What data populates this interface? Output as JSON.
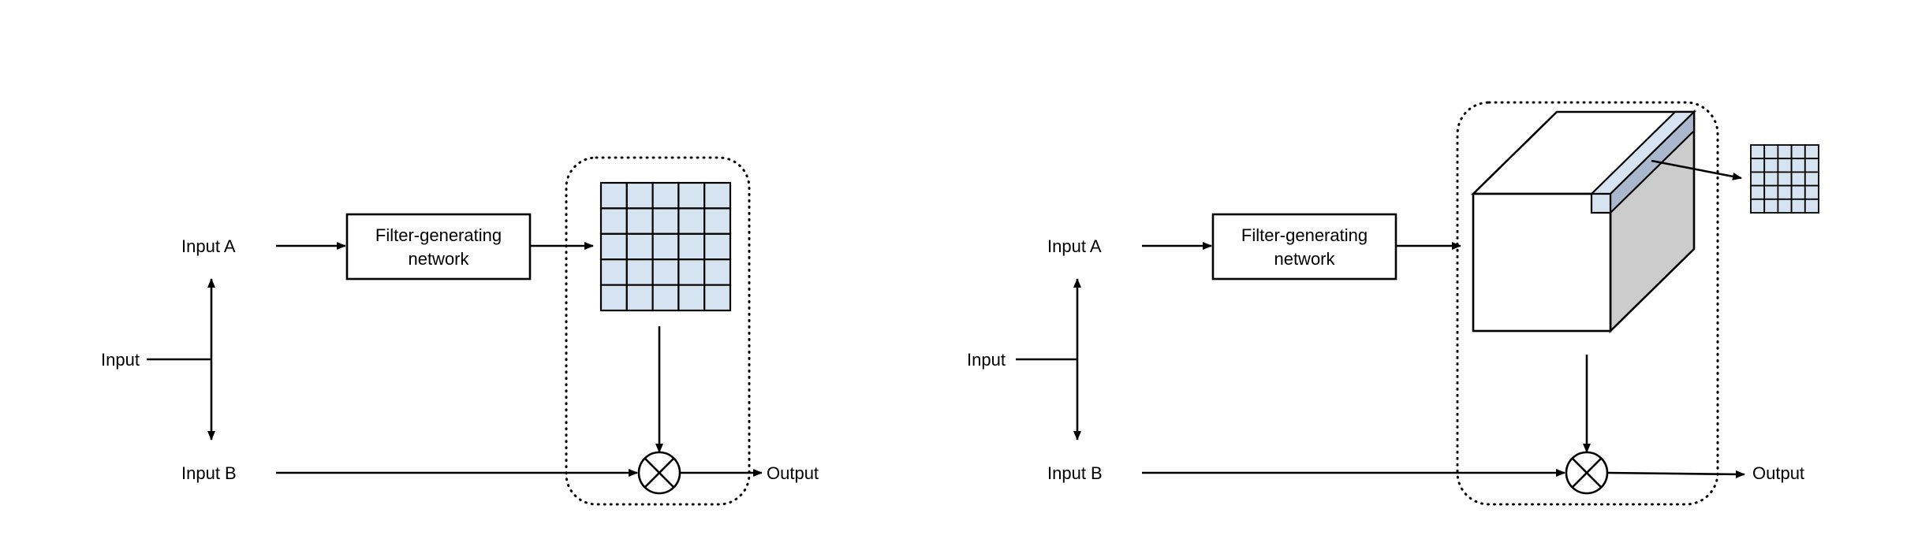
{
  "left_panel": {
    "input_label": "Input",
    "input_a_label": "Input A",
    "input_b_label": "Input B",
    "network_label_line1": "Filter-generating",
    "network_label_line2": "network",
    "output_label": "Output"
  },
  "right_panel": {
    "input_label": "Input",
    "input_a_label": "Input A",
    "input_b_label": "Input B",
    "network_label_line1": "Filter-generating",
    "network_label_line2": "network",
    "output_label": "Output"
  },
  "colors": {
    "filter_fill": "#d6e3f1",
    "cube_side_fill": "#cccccc",
    "slice_top_fill": "#d6e3f1",
    "slice_side_fill": "#a9b8cc",
    "line": "#000000"
  },
  "grids": {
    "left_filter": {
      "rows": 5,
      "cols": 5
    },
    "right_small_filter": {
      "rows": 5,
      "cols": 5
    }
  }
}
